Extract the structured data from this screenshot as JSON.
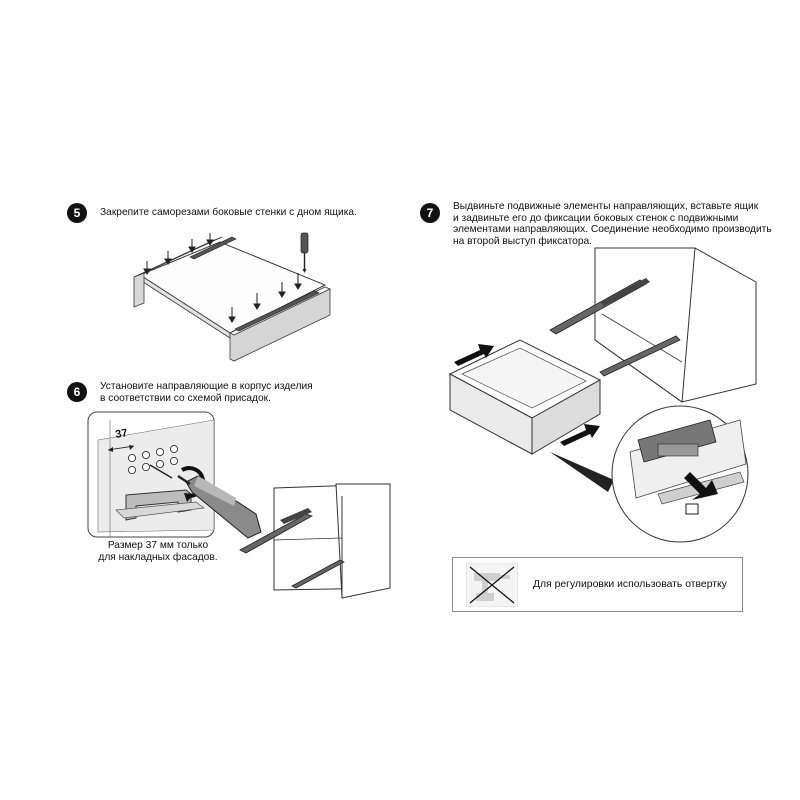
{
  "steps": [
    {
      "number": "5",
      "text": "Закрепите саморезами боковые стенки с дном ящика."
    },
    {
      "number": "6",
      "text": "Установите направляющие в корпус изделия\nв соответствии со схемой присадок.",
      "dimension_label": "37",
      "caption": "Размер 37 мм только\nдля накладных фасадов."
    },
    {
      "number": "7",
      "text": "Выдвиньте подвижные элементы направляющих, вставьте ящик\nи задвиньте его до фиксации боковых  стенок с подвижными\nэлементами направляющих.  Соединение необходимо производить\nна второй  выступ фиксатора."
    }
  ],
  "note": {
    "text": "Для регулировки использовать отвертку",
    "icon": "no-power-drill-icon"
  }
}
